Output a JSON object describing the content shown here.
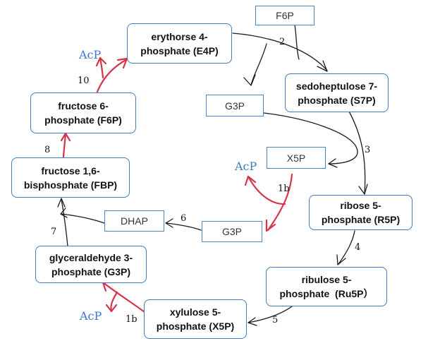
{
  "nodes": {
    "e4p": [
      "erythorse 4-",
      "phosphate (E4P)"
    ],
    "s7p": [
      "sedoheptulose 7-",
      "phosphate  (S7P)"
    ],
    "r5p": [
      "ribose 5-",
      "phosphate (R5P)"
    ],
    "ru5p": [
      "ribulose 5-",
      "phosphate  (Ru5P）"
    ],
    "x5p": [
      "xylulose 5-",
      "phosphate (X5P)"
    ],
    "g3p": [
      "glyceraldehyde 3-",
      "phosphate (G3P)"
    ],
    "fbp": [
      "fructose 1,6-",
      "bisphosphate (FBP)"
    ],
    "f6p": [
      "fructose 6-",
      "phosphate (F6P)"
    ]
  },
  "metabolites": {
    "f6p_in": "F6P",
    "g3p_top": "G3P",
    "x5p_mid": "X5P",
    "g3p_bot": "G3P",
    "dhap": "DHAP"
  },
  "steps": {
    "s2": "2",
    "s3": "3",
    "s4": "4",
    "s5": "5",
    "s6": "6",
    "s7": "7",
    "s8": "8",
    "s10": "10",
    "s1b_mid": "1b",
    "s1b_bot": "1b"
  },
  "acp": {
    "top": "AcP",
    "mid": "AcP",
    "bot": "AcP"
  },
  "colors": {
    "black": "#1a1a1a",
    "red": "#d8334a",
    "blue": "#3b78c9",
    "border": "#3b7dc0"
  }
}
